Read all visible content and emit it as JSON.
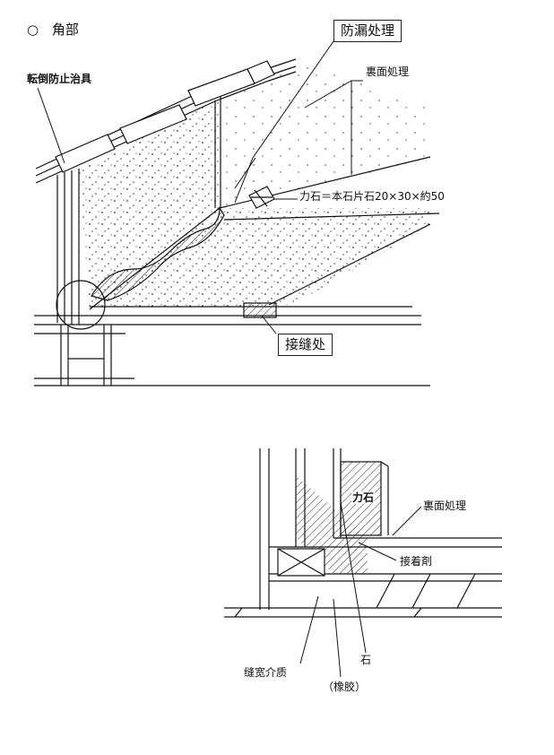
{
  "section": {
    "marker": "○",
    "title": "角部"
  },
  "top_diagram": {
    "labels": {
      "anti_tip_jig": "転倒防止治具",
      "leak_prevention": "防漏处理",
      "back_treatment": "裏面処理",
      "force_stone": "力石＝本石片石20×30×約50",
      "joint": "接缝处"
    }
  },
  "detail_diagram": {
    "labels": {
      "force_stone": "力石",
      "back_treatment": "裏面処理",
      "adhesive": "接着剤",
      "stone": "石",
      "joint_medium": "缝宽介质",
      "rubber": "（橡胶）"
    }
  }
}
